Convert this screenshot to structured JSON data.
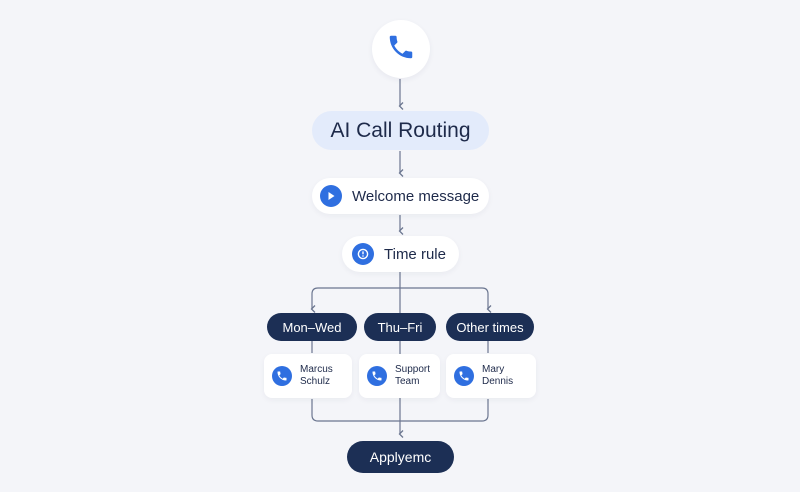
{
  "flow": {
    "title": "AI Call Routing",
    "welcome_label": "Welcome message",
    "time_rule_label": "Time rule",
    "branches": [
      {
        "label": "Mon–Wed",
        "target": "Marcus\nSchulz"
      },
      {
        "label": "Thu–Fri",
        "target": "Support\nTeam"
      },
      {
        "label": "Other times",
        "target": "Mary\nDennis"
      }
    ],
    "end_label": "Applyemc"
  },
  "icons": {
    "start": "phone-icon",
    "welcome": "play-icon",
    "time_rule": "clock-icon",
    "targets": "phone-icon"
  },
  "colors": {
    "background": "#f4f5f9",
    "accent": "#2f6fe0",
    "dark": "#1c2f55",
    "title_bg": "#e3ebfb",
    "connector": "#6b7690"
  }
}
